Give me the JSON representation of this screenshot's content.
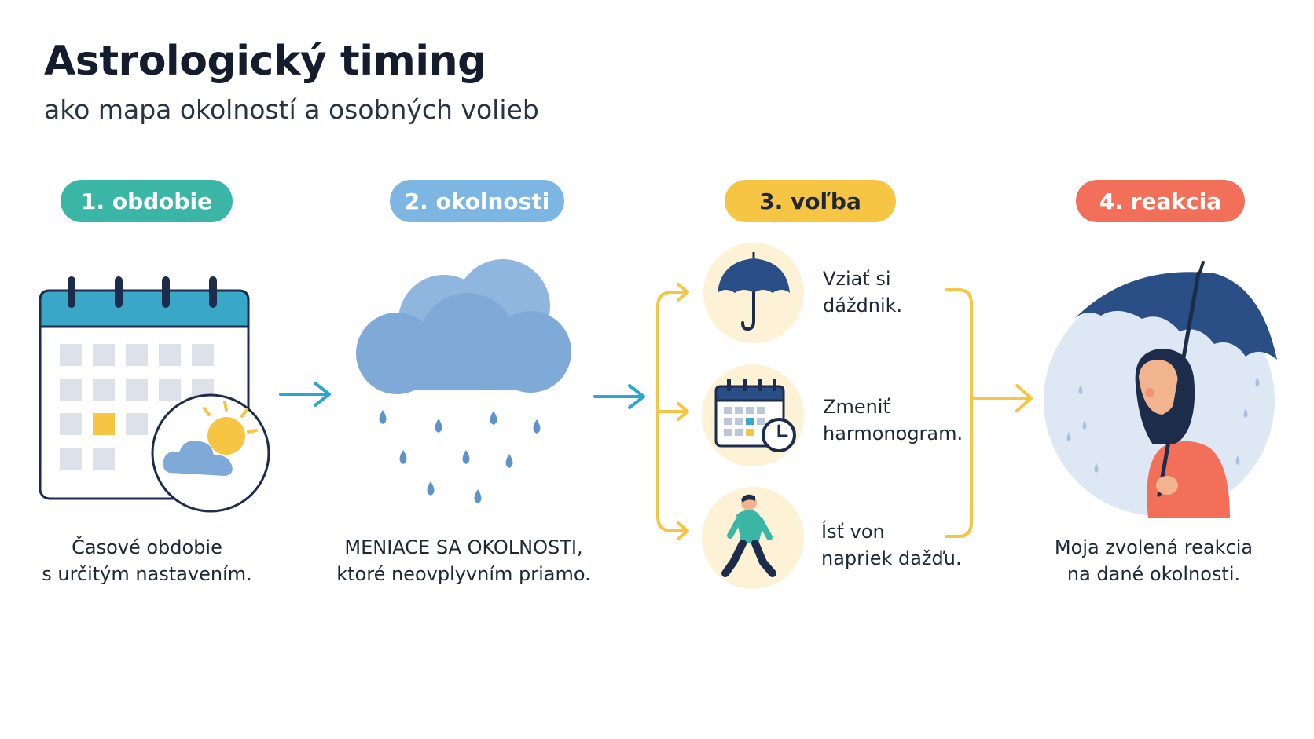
{
  "title": "Astrologický timing",
  "subtitle": "ako mapa okolností a osobných volieb",
  "steps": [
    {
      "label": "1. obdobie",
      "color": "#3bb5a6",
      "caption_line1": "Časové obdobie",
      "caption_line2": "s určitým nastavením."
    },
    {
      "label": "2. okolnosti",
      "color": "#7db6e3",
      "caption_line1": "MENIACE SA OKOLNOSTI,",
      "caption_line2": "ktoré neovplyvním priamo."
    },
    {
      "label": "3. voľba",
      "color": "#f6c544",
      "text_color": "#1f2737"
    },
    {
      "label": "4. reakcia",
      "color": "#f2705a",
      "caption_line1": "Moja zvolená reakcia",
      "caption_line2": "na dané okolnosti."
    }
  ],
  "options": [
    {
      "icon": "umbrella-icon",
      "line1": "Vziať si",
      "line2": "dáždnik."
    },
    {
      "icon": "calendar-clock-icon",
      "line1": "Zmeniť",
      "line2": "harmonogram."
    },
    {
      "icon": "walking-person-icon",
      "line1": "Ísť von",
      "line2": "napriek dažďu."
    }
  ],
  "colors": {
    "arrow_blue": "#2aa6cf",
    "bracket_yellow": "#f6c544",
    "navy": "#1c2c4a",
    "calendar_header": "#3aa7c8",
    "cloud_blue": "#7fa9d6",
    "umbrella_blue": "#2a4f86",
    "option_bg": "#fdf1d6"
  }
}
